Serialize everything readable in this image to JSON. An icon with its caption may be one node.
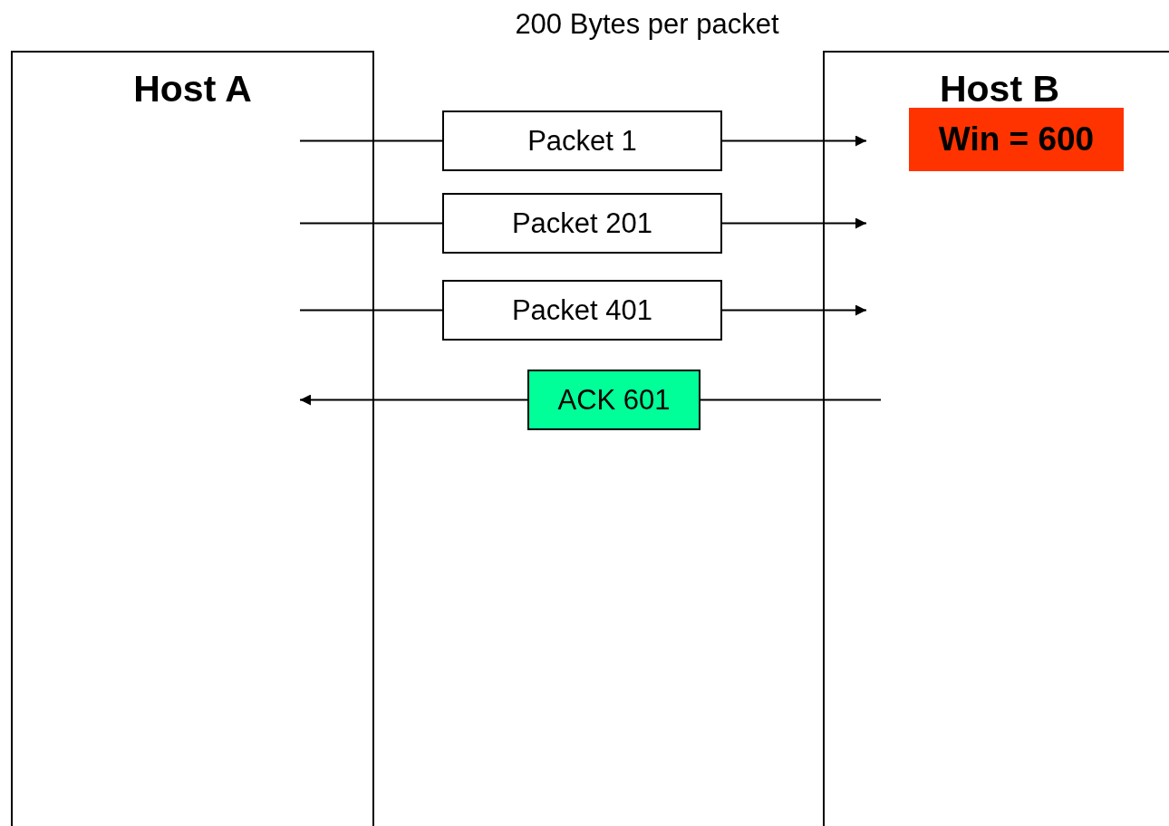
{
  "diagram": {
    "title": "200 Bytes per packet",
    "nodes": [
      {
        "text": [
          "Host A"
        ]
      },
      {
        "text": [
          "Host B"
        ]
      },
      {
        "text": [
          "Win = 600"
        ],
        "in": 1
      },
      {
        "text": [
          "Packet 1"
        ]
      },
      {
        "text": [
          "Packet 201"
        ]
      },
      {
        "text": [
          "Packet 401"
        ]
      },
      {
        "text": [
          "ACK 601"
        ]
      }
    ],
    "edges": [
      {
        "from": 0,
        "to": 3,
        "arrow": "none"
      },
      {
        "from": 3,
        "to": 1,
        "arrow": "to"
      },
      {
        "from": 0,
        "to": 4,
        "arrow": "none"
      },
      {
        "from": 4,
        "to": 1,
        "arrow": "to"
      },
      {
        "from": 0,
        "to": 5,
        "arrow": "none"
      },
      {
        "from": 5,
        "to": 1,
        "arrow": "to"
      },
      {
        "from": 1,
        "to": 6,
        "arrow": "none"
      },
      {
        "from": 6,
        "to": 0,
        "arrow": "to"
      }
    ]
  }
}
